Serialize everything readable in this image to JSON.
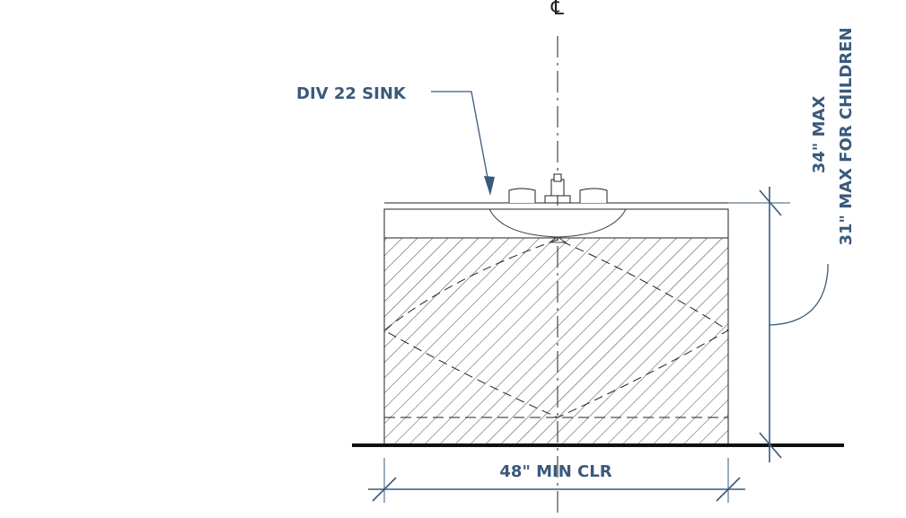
{
  "centerline_symbol": "℄",
  "labels": {
    "sink_callout": "DIV 22 SINK",
    "height_line1": "34\" MAX",
    "height_line2": "31\" MAX FOR CHILDREN",
    "width_dim": "48\" MIN CLR"
  },
  "colors": {
    "annotation": "#3a5a7c",
    "linework": "#222222",
    "floor": "#111111"
  }
}
